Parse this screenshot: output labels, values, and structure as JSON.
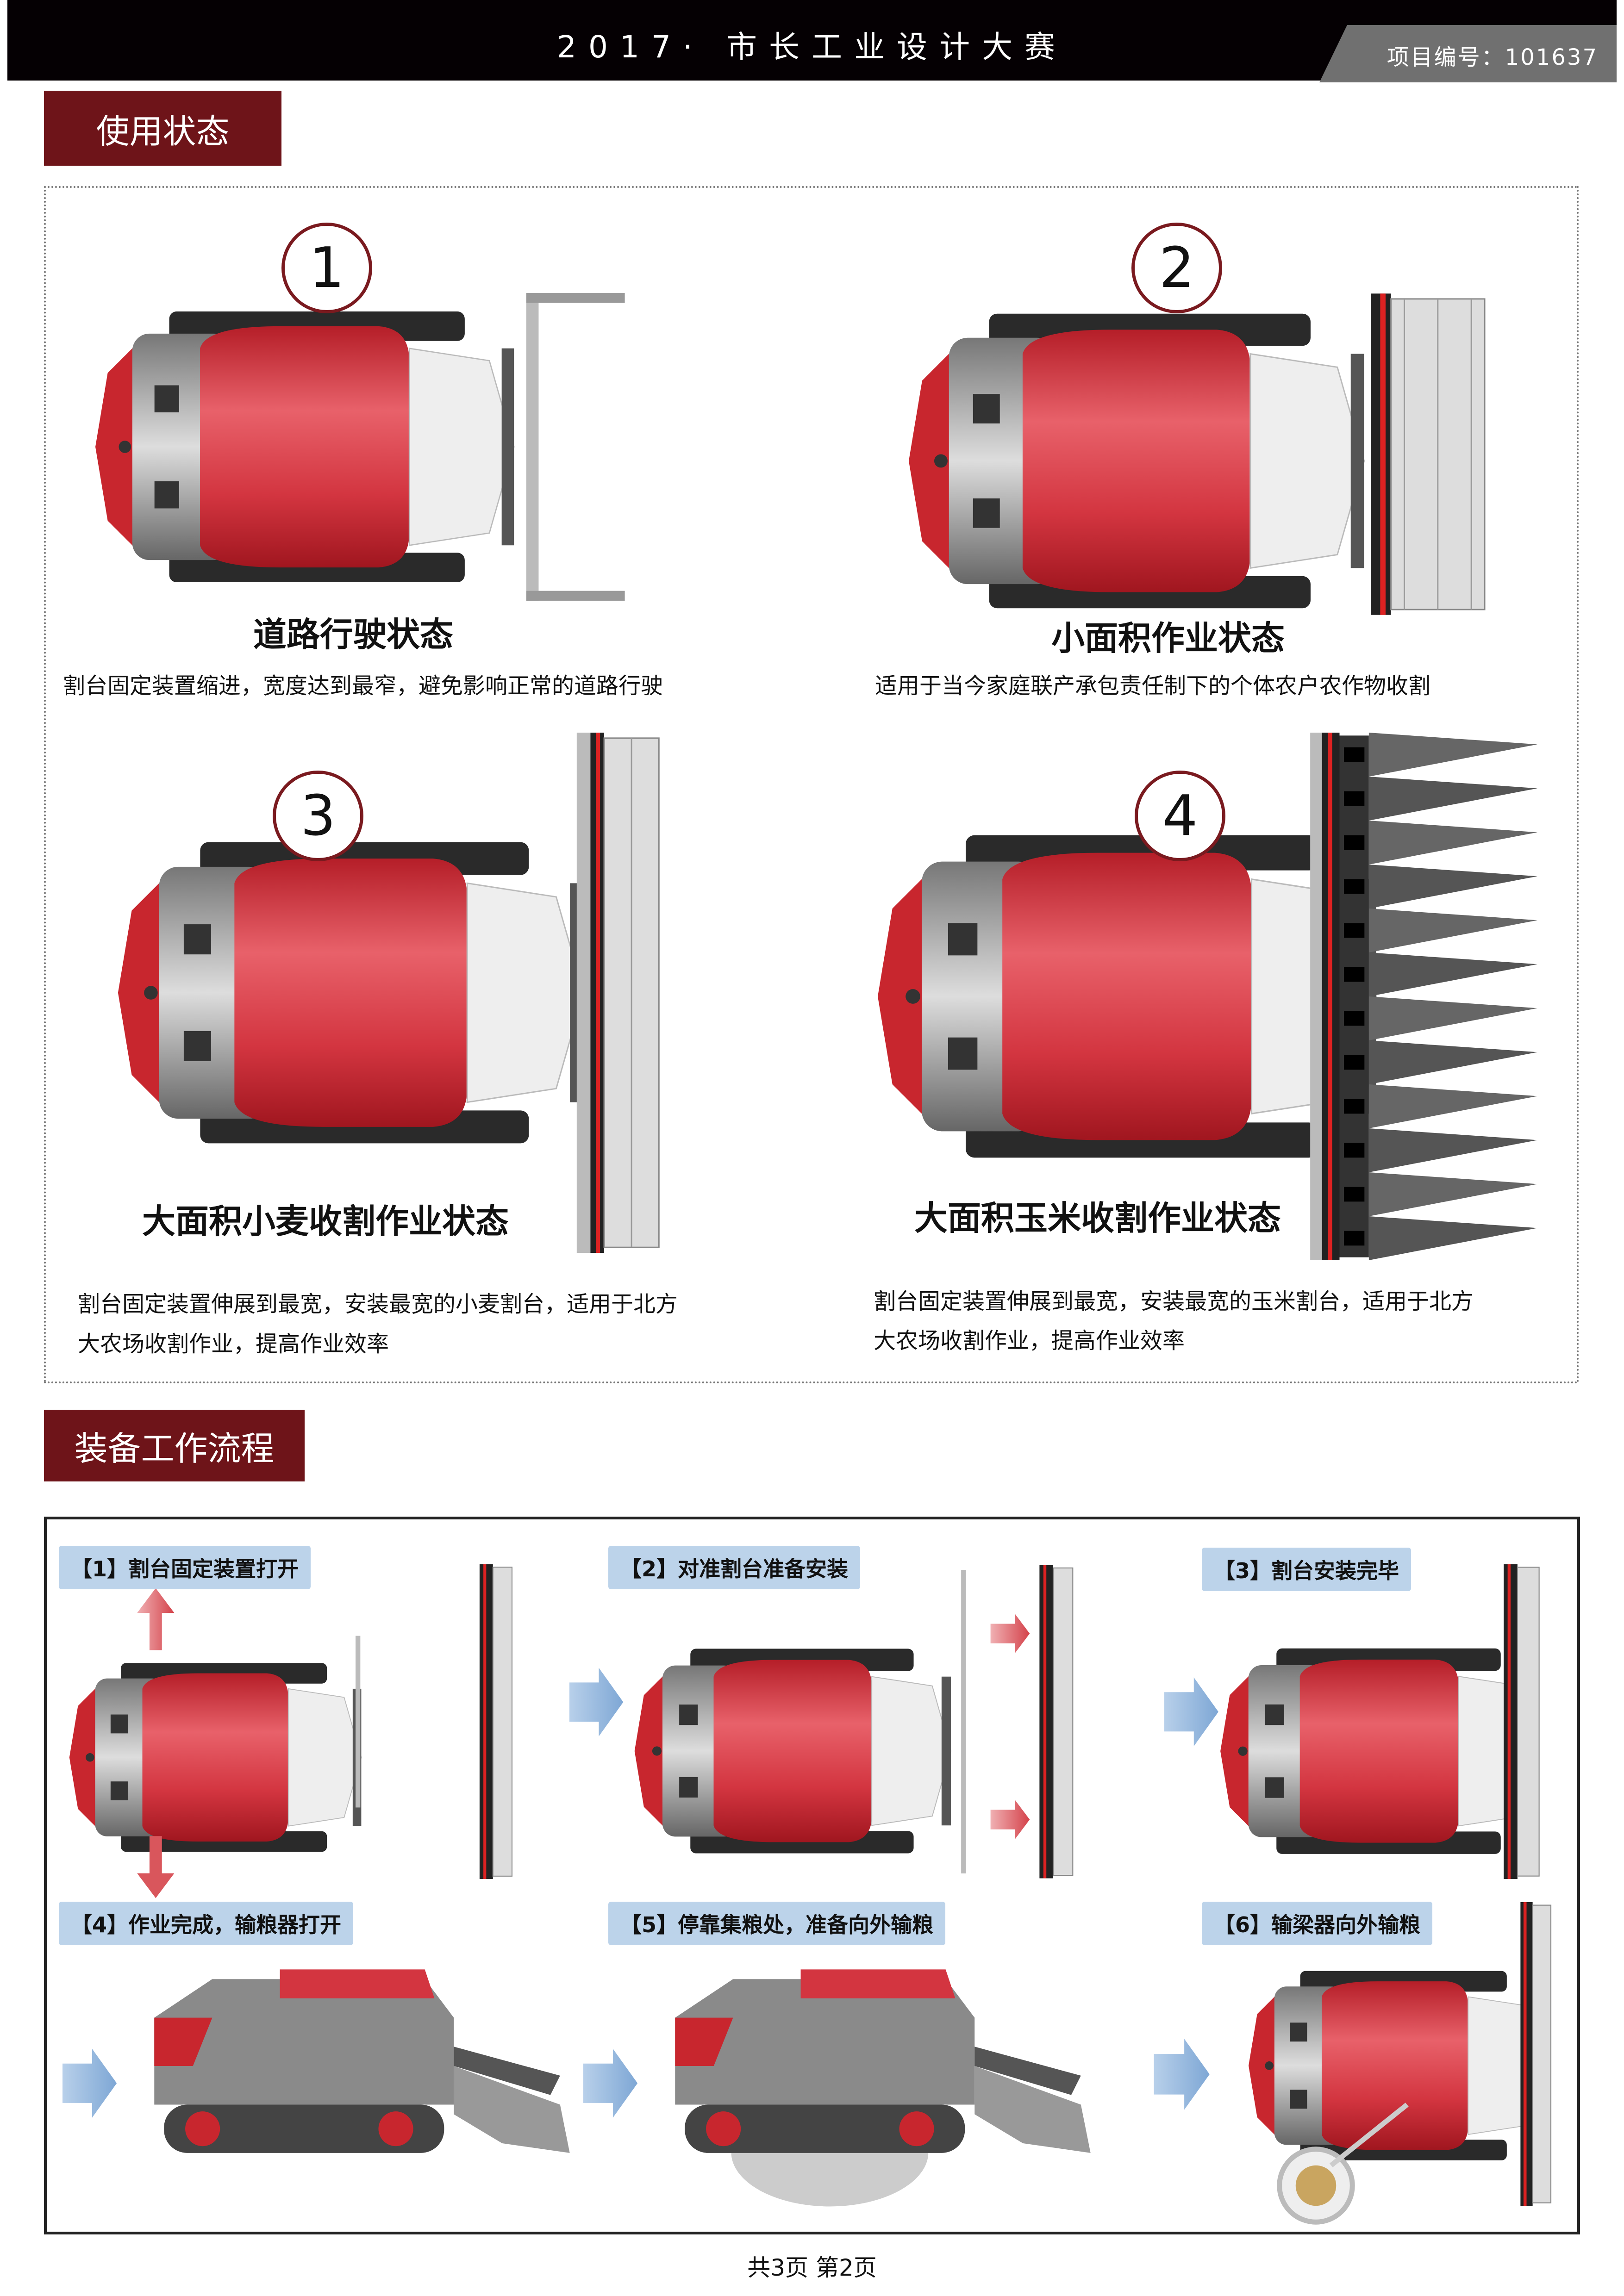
{
  "header": {
    "title": "2017· 市长工业设计大赛",
    "project_id": "项目编号：101637"
  },
  "section1": {
    "title": "使用状态",
    "states": [
      {
        "number": "1",
        "title": "道路行驶状态",
        "desc": [
          "割台固定装置缩进，宽度达到最窄，避免影响正常的道路行驶"
        ]
      },
      {
        "number": "2",
        "title": "小面积作业状态",
        "desc": [
          "适用于当今家庭联产承包责任制下的个体农户农作物收割"
        ]
      },
      {
        "number": "3",
        "title": "大面积小麦收割作业状态",
        "desc": [
          "割台固定装置伸展到最宽，安装最宽的小麦割台，适用于北方",
          "大农场收割作业，提高作业效率"
        ]
      },
      {
        "number": "4",
        "title": "大面积玉米收割作业状态",
        "desc": [
          "割台固定装置伸展到最宽，安装最宽的玉米割台，适用于北方",
          "大农场收割作业，提高作业效率"
        ]
      }
    ]
  },
  "section2": {
    "title": "装备工作流程",
    "steps": [
      "【1】割台固定装置打开",
      "【2】对准割台准备安装",
      "【3】割台安装完毕",
      "【4】作业完成，输粮器打开",
      "【5】停靠集粮处，准备向外输粮",
      "【6】输梁器向外输粮"
    ]
  },
  "footer": "共3页  第2页",
  "colors": {
    "accent": "#6e1419",
    "body_red": "#d8343c",
    "step_label": "#bcd3ea",
    "flow_arrow": "#8fb4da",
    "move_arrow": "#d9565c"
  }
}
